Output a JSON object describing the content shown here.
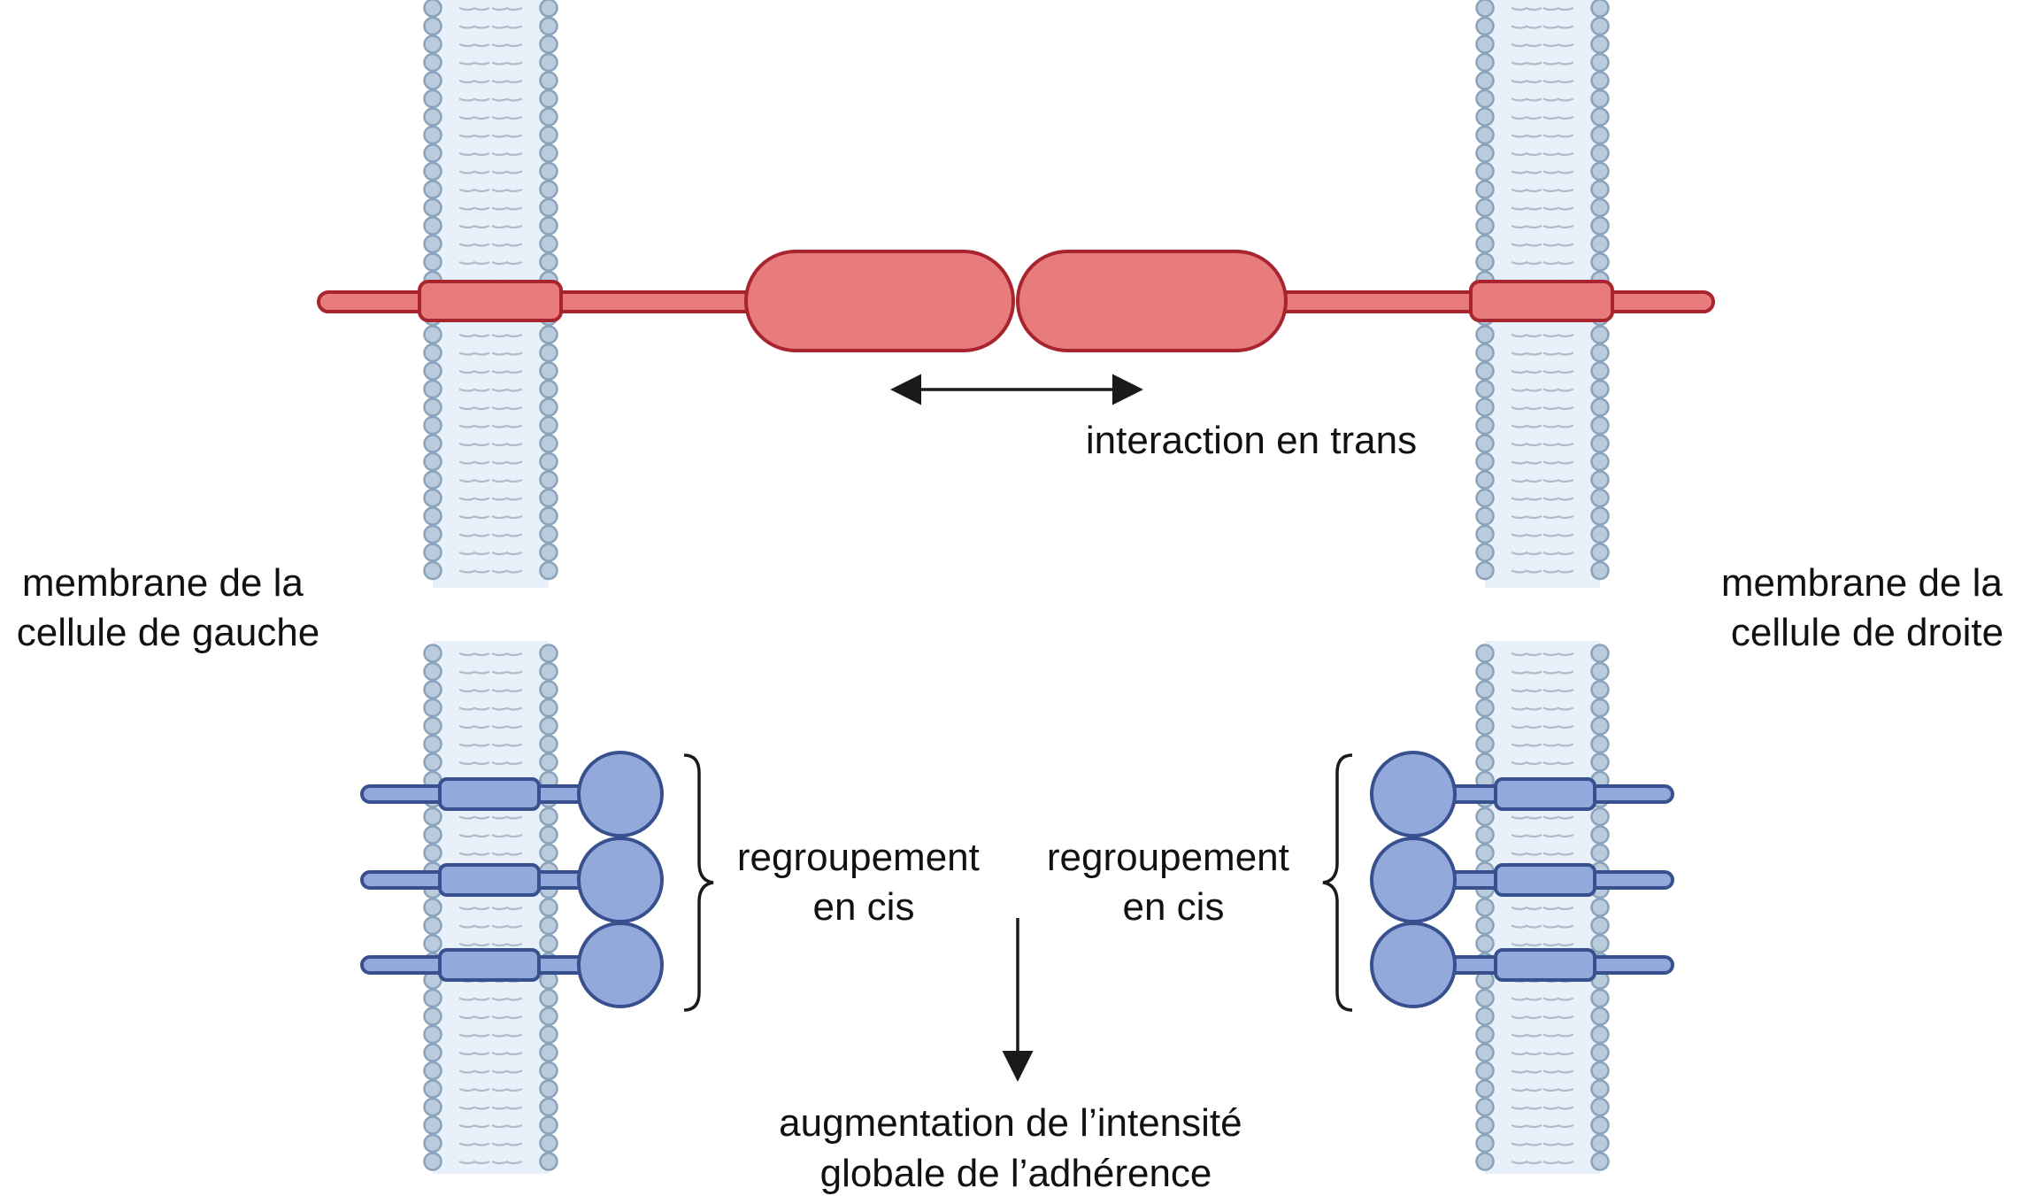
{
  "labels": {
    "left_membrane": [
      "membrane de la",
      "cellule de gauche"
    ],
    "right_membrane": [
      "membrane de la",
      "cellule de droite"
    ],
    "trans": "interaction en trans",
    "cis_left": [
      "regroupement",
      "en cis"
    ],
    "cis_right": [
      "regroupement",
      "en cis"
    ],
    "result": [
      "augmentation de l’intensité",
      "globale de l’adhérence"
    ]
  },
  "colors": {
    "head_fill": "#b9cbdc",
    "head_stroke": "#8aa3ba",
    "tail": "#aebdcc",
    "membrane_band": "#e8f1f9",
    "trans_fill": "#e87b7b",
    "trans_stroke": "#a8242f",
    "cis_fill": "#93a9dc",
    "cis_stroke": "#38508e",
    "arrow": "#1a1a1a",
    "text": "#111111"
  }
}
